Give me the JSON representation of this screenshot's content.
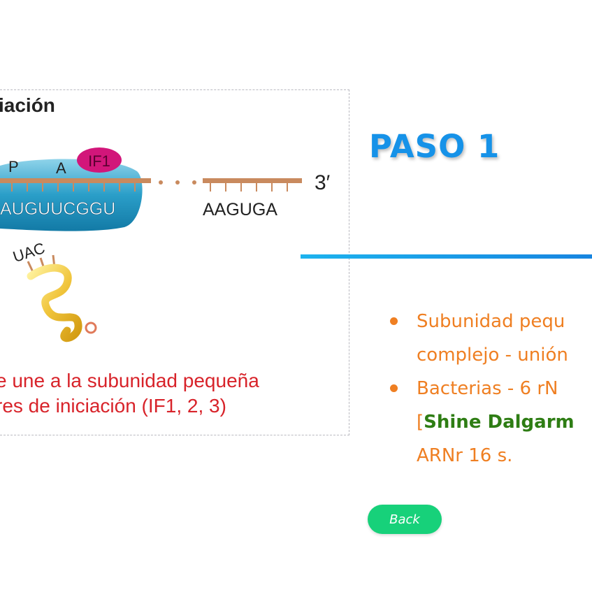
{
  "figure": {
    "title_fragment": "iación",
    "site_p": "P",
    "site_a": "A",
    "factor_label": "IF1",
    "end_label": "3′",
    "mrna_codons": "AUGUUCGGU",
    "mrna_tail": "AAGUGA",
    "anticodon": "UAC",
    "caption_line1": "e une a la subunidad pequeña",
    "caption_line2": "res de iniciación (IF1, 2, 3)"
  },
  "step": {
    "title": "PASO 1"
  },
  "bullets": [
    {
      "line1": "Subunidad pequ",
      "line2": "complejo - unión"
    },
    {
      "line1": "Bacterias - 6 rN",
      "line2_open": "[",
      "line2_highlight": "Shine Dalgarm",
      "line3": "ARNr 16 s."
    }
  ],
  "back_button": {
    "label": "Back"
  },
  "colors": {
    "title_blue": "#1692e8",
    "bullet_orange": "#ef7f22",
    "highlight_green": "#2e7d14",
    "caption_red": "#d8232a",
    "button_green": "#17d17a"
  }
}
